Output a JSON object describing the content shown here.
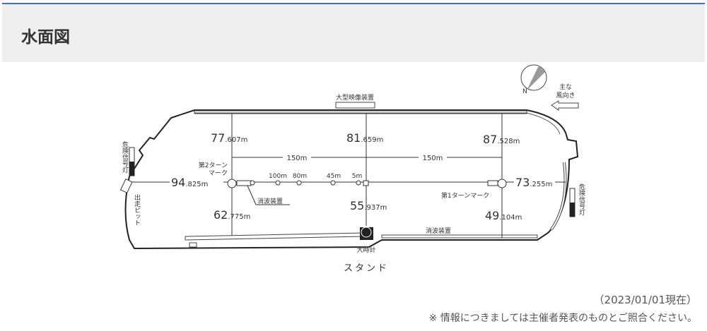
{
  "header": {
    "title": "水面図"
  },
  "diagram": {
    "big_screen": "大型映像装置",
    "wind_label_1": "主な",
    "wind_label_2": "風向き",
    "compass_n": "N",
    "m77_int": "77",
    "m77_dec": ".607m",
    "m81_int": "81",
    "m81_dec": ".659m",
    "m87_int": "87",
    "m87_dec": ".528m",
    "m94_int": "94",
    "m94_dec": ".825m",
    "m73_int": "73",
    "m73_dec": ".255m",
    "m62_int": "62",
    "m62_dec": ".775m",
    "m55_int": "55",
    "m55_dec": ".937m",
    "m49_int": "49",
    "m49_dec": ".104m",
    "span_left": "150m",
    "span_right": "150m",
    "turn2_line1": "第2ターン",
    "turn2_line2": "マーク",
    "turn1": "第1ターンマーク",
    "d100": "100m",
    "d80": "80m",
    "d45": "45m",
    "d5": "5m",
    "wave_breaker_left": "消波装置",
    "wave_breaker_right": "消波装置",
    "danger_left": "危険信号灯",
    "danger_right": "危険信号灯",
    "pit": "出走ピット",
    "clock": "大時計",
    "stand": "スタンド"
  },
  "footer": {
    "date": "（2023/01/01現在）",
    "note": "※ 情報につきましては主催者発表のものとご照合ください。"
  }
}
